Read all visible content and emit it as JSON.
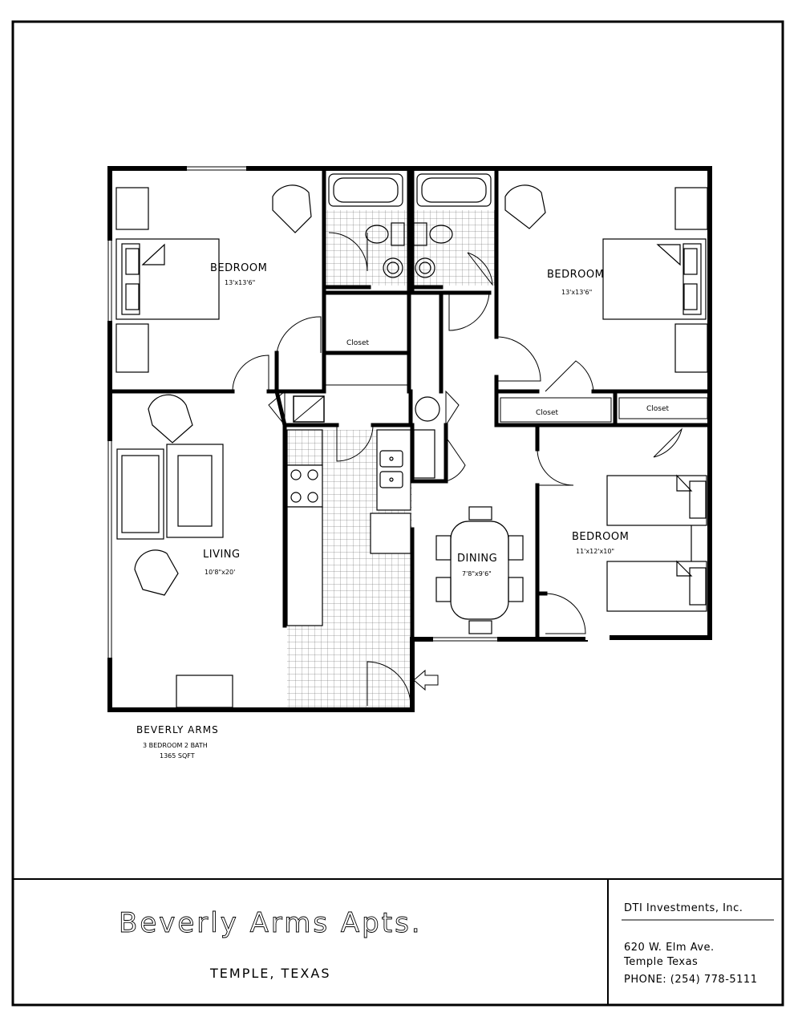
{
  "rooms": {
    "bedroom_left": {
      "name": "BEDROOM",
      "dims": "13'x13'6\""
    },
    "bedroom_right": {
      "name": "BEDROOM",
      "dims": "13'x13'6\""
    },
    "bedroom_lower": {
      "name": "BEDROOM",
      "dims": "11'x12'x10\""
    },
    "living": {
      "name": "LIVING",
      "dims": "10'8\"x20'"
    },
    "dining": {
      "name": "DINING",
      "dims": "7'8\"x9'6\""
    },
    "closet_left": {
      "name": "Closet"
    },
    "closet_right_a": {
      "name": "Closet"
    },
    "closet_right_b": {
      "name": "Closet"
    }
  },
  "project": {
    "name": "BEVERLY ARMS",
    "description": "3 BEDROOM 2 BATH",
    "area": "1365 SQFT"
  },
  "title_block": {
    "title": "Beverly Arms Apts.",
    "location": "TEMPLE, TEXAS",
    "company": "DTI Investments, Inc.",
    "address_line1": "620 W. Elm Ave.",
    "address_line2": "Temple Texas",
    "phone": "PHONE: (254) 778-5111"
  },
  "icons": [
    "entry-arrow-icon"
  ]
}
